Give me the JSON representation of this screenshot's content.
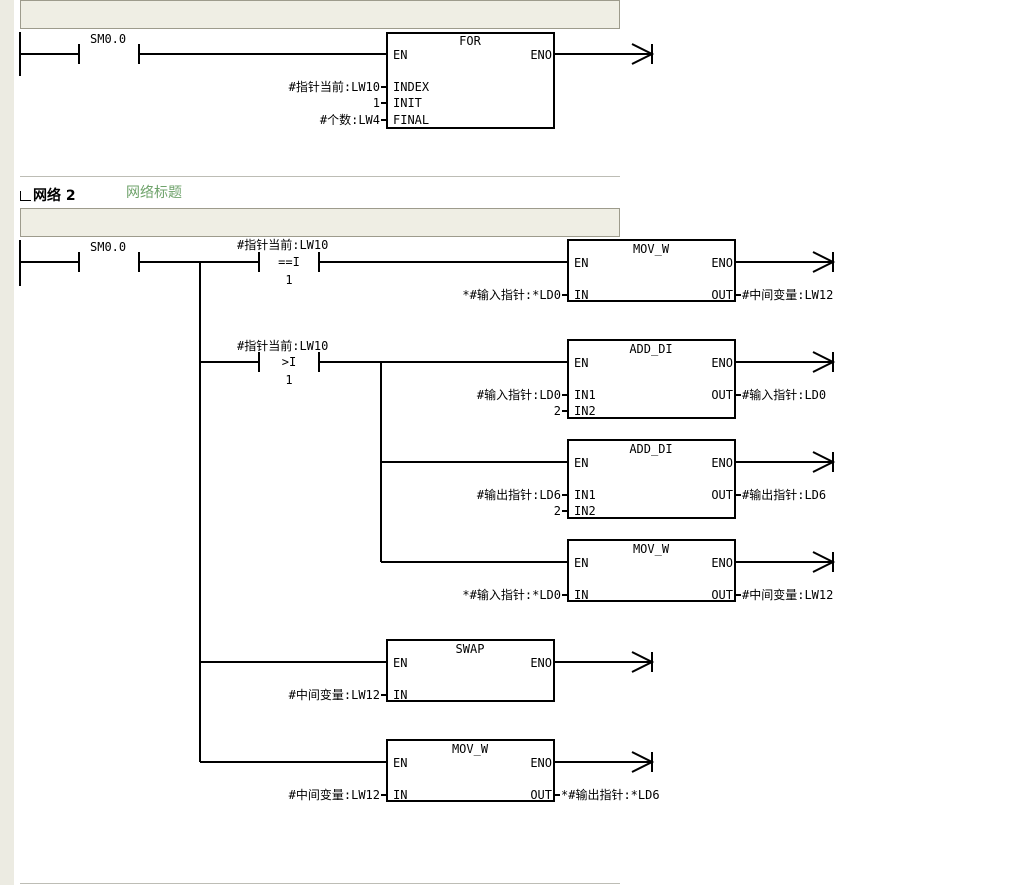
{
  "network1": {
    "contact": "SM0.0",
    "block": {
      "name": "FOR",
      "en": "EN",
      "eno": "ENO",
      "inputs": [
        {
          "pin": "INDEX",
          "operand": "#指针当前:LW10"
        },
        {
          "pin": "INIT",
          "operand": "1"
        },
        {
          "pin": "FINAL",
          "operand": "#个数:LW4"
        }
      ]
    }
  },
  "network2": {
    "label": "网络 2",
    "title": "网络标题",
    "contact": "SM0.0",
    "compare_eq": {
      "operand1": "#指针当前:LW10",
      "op": "==I",
      "operand2": "1"
    },
    "compare_gt": {
      "operand1": "#指针当前:LW10",
      "op": ">I",
      "operand2": "1"
    },
    "blocks": [
      {
        "name": "MOV_W",
        "en": "EN",
        "eno": "ENO",
        "in_pins": [
          {
            "pin": "IN",
            "operand": "*#输入指针:*LD0"
          }
        ],
        "out_pin": "OUT",
        "out_operand": "#中间变量:LW12"
      },
      {
        "name": "ADD_DI",
        "en": "EN",
        "eno": "ENO",
        "in_pins": [
          {
            "pin": "IN1",
            "operand": "#输入指针:LD0"
          },
          {
            "pin": "IN2",
            "operand": "2"
          }
        ],
        "out_pin": "OUT",
        "out_operand": "#输入指针:LD0"
      },
      {
        "name": "ADD_DI",
        "en": "EN",
        "eno": "ENO",
        "in_pins": [
          {
            "pin": "IN1",
            "operand": "#输出指针:LD6"
          },
          {
            "pin": "IN2",
            "operand": "2"
          }
        ],
        "out_pin": "OUT",
        "out_operand": "#输出指针:LD6"
      },
      {
        "name": "MOV_W",
        "en": "EN",
        "eno": "ENO",
        "in_pins": [
          {
            "pin": "IN",
            "operand": "*#输入指针:*LD0"
          }
        ],
        "out_pin": "OUT",
        "out_operand": "#中间变量:LW12"
      },
      {
        "name": "SWAP",
        "en": "EN",
        "eno": "ENO",
        "in_pins": [
          {
            "pin": "IN",
            "operand": "#中间变量:LW12"
          }
        ]
      },
      {
        "name": "MOV_W",
        "en": "EN",
        "eno": "ENO",
        "in_pins": [
          {
            "pin": "IN",
            "operand": "#中间变量:LW12"
          }
        ],
        "out_pin": "OUT",
        "out_operand": "*#输出指针:*LD6"
      }
    ]
  }
}
